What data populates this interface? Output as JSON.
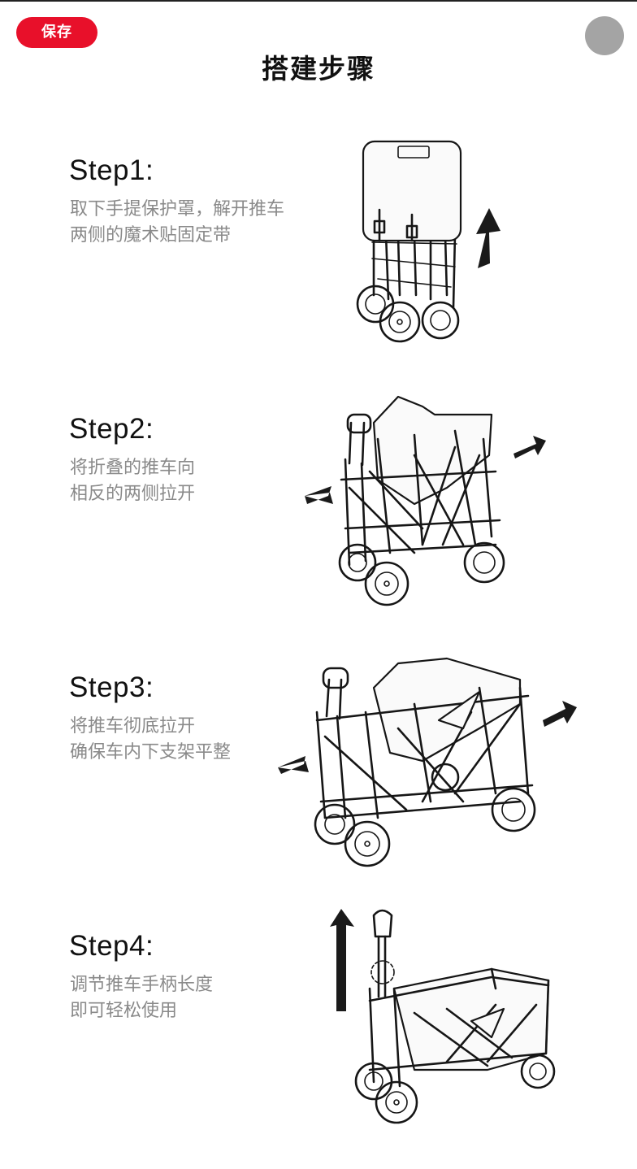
{
  "header": {
    "save_label": "保存",
    "title": "搭建步骤"
  },
  "steps": [
    {
      "label": "Step1:",
      "desc_lines": [
        "取下手提保护罩，解开推车",
        "两侧的魔术贴固定带"
      ]
    },
    {
      "label": "Step2:",
      "desc_lines": [
        "将折叠的推车向",
        "相反的两侧拉开"
      ]
    },
    {
      "label": "Step3:",
      "desc_lines": [
        "将推车彻底拉开",
        "确保车内下支架平整"
      ]
    },
    {
      "label": "Step4:",
      "desc_lines": [
        "调节推车手柄长度",
        "即可轻松使用"
      ]
    }
  ],
  "colors": {
    "accent": "#e8102a",
    "label_text": "#111111",
    "desc_text": "#8a8a8a",
    "menu_dot": "#a4a4a4"
  },
  "icons": [
    "arrow-up-icon",
    "arrow-left-icon",
    "arrow-right-icon"
  ]
}
